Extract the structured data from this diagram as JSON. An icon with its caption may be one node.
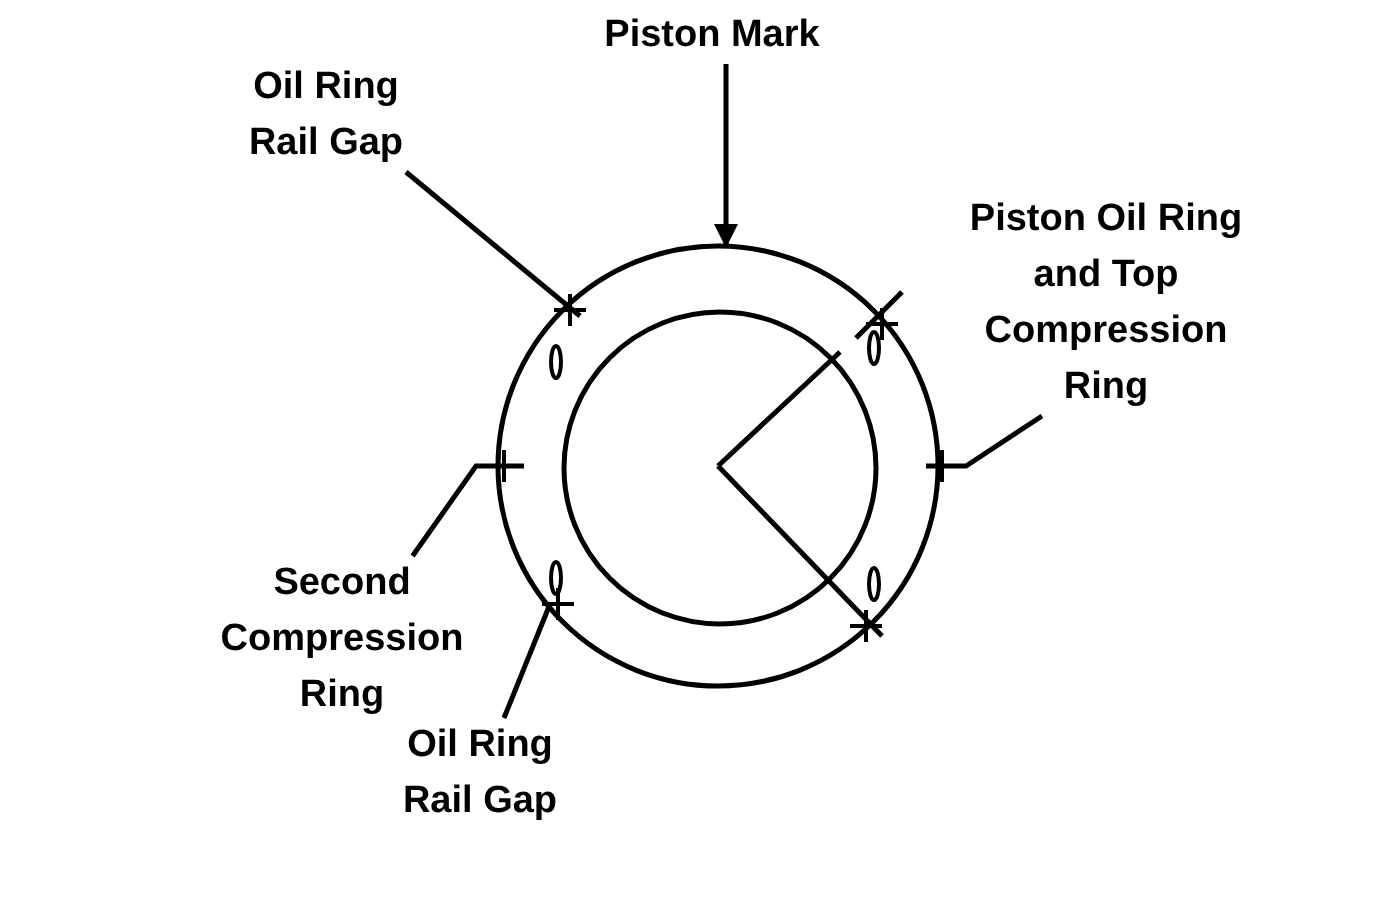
{
  "diagram": {
    "nodes": [
      {
        "text": [
          "Oil Ring Rail Gap"
        ]
      },
      {
        "text": [
          "Piston Mark"
        ]
      },
      {
        "text": [
          "Piston Oil Ring and Top Compression Ring"
        ]
      },
      {
        "text": [
          "Second Compression Ring"
        ]
      },
      {
        "text": [
          "Oil Ring Rail Gap"
        ]
      }
    ],
    "edges": [
      {
        "from": 0,
        "to": null,
        "arrow": "none"
      },
      {
        "from": 1,
        "to": null,
        "arrow": "to"
      },
      {
        "from": 2,
        "to": null,
        "arrow": "none"
      },
      {
        "from": 3,
        "to": null,
        "arrow": "none"
      },
      {
        "from": 4,
        "to": null,
        "arrow": "none"
      }
    ]
  }
}
